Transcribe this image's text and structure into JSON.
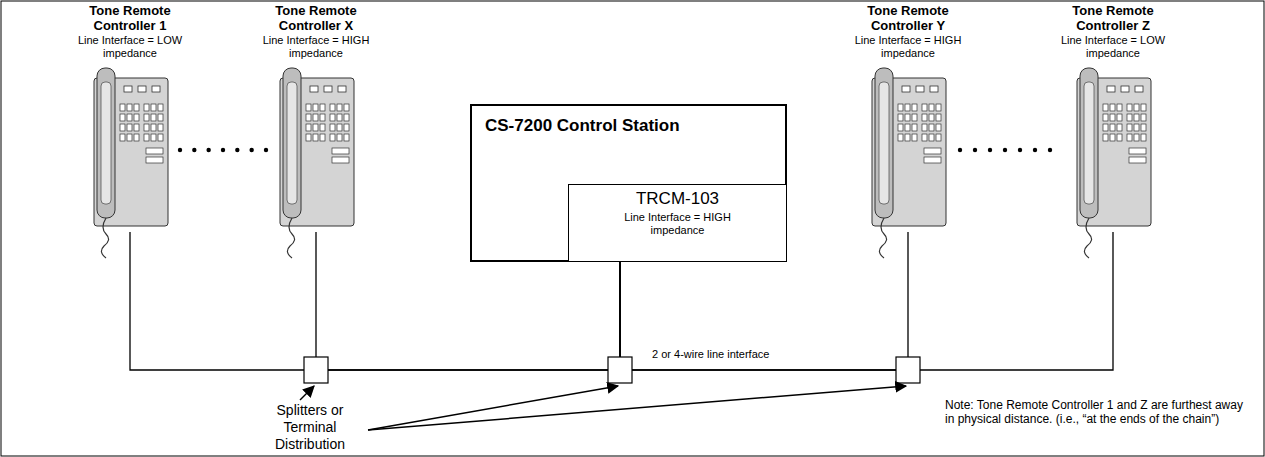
{
  "diagram": {
    "nodes": [
      {
        "text": [
          "Tone Remote Controller 1",
          "Line Interface = LOW impedance"
        ]
      },
      {
        "text": [
          "Tone Remote Controller X",
          "Line Interface = HIGH impedance"
        ]
      },
      {
        "text": [
          "CS-7200 Control Station"
        ]
      },
      {
        "text": [
          "TRCM-103",
          "Line Interface = HIGH impedance"
        ],
        "in": 2
      },
      {
        "text": [
          "Tone Remote Controller Y",
          "Line Interface = HIGH impedance"
        ]
      },
      {
        "text": [
          "Tone Remote Controller Z",
          "Line Interface = LOW impedance"
        ]
      }
    ],
    "edges": [
      {
        "from": 0,
        "to": 3,
        "arrow": "none"
      },
      {
        "from": 1,
        "to": 3,
        "arrow": "none"
      },
      {
        "from": 4,
        "to": 3,
        "arrow": "none"
      },
      {
        "from": 5,
        "to": 3,
        "arrow": "none"
      }
    ],
    "labels": [
      "2 or 4-wire line interface",
      "Splitters or Terminal Distribution",
      "Note: Tone Remote Controller 1 and Z are furthest away in physical distance. (i.e., “at the ends of the chain”)"
    ]
  }
}
